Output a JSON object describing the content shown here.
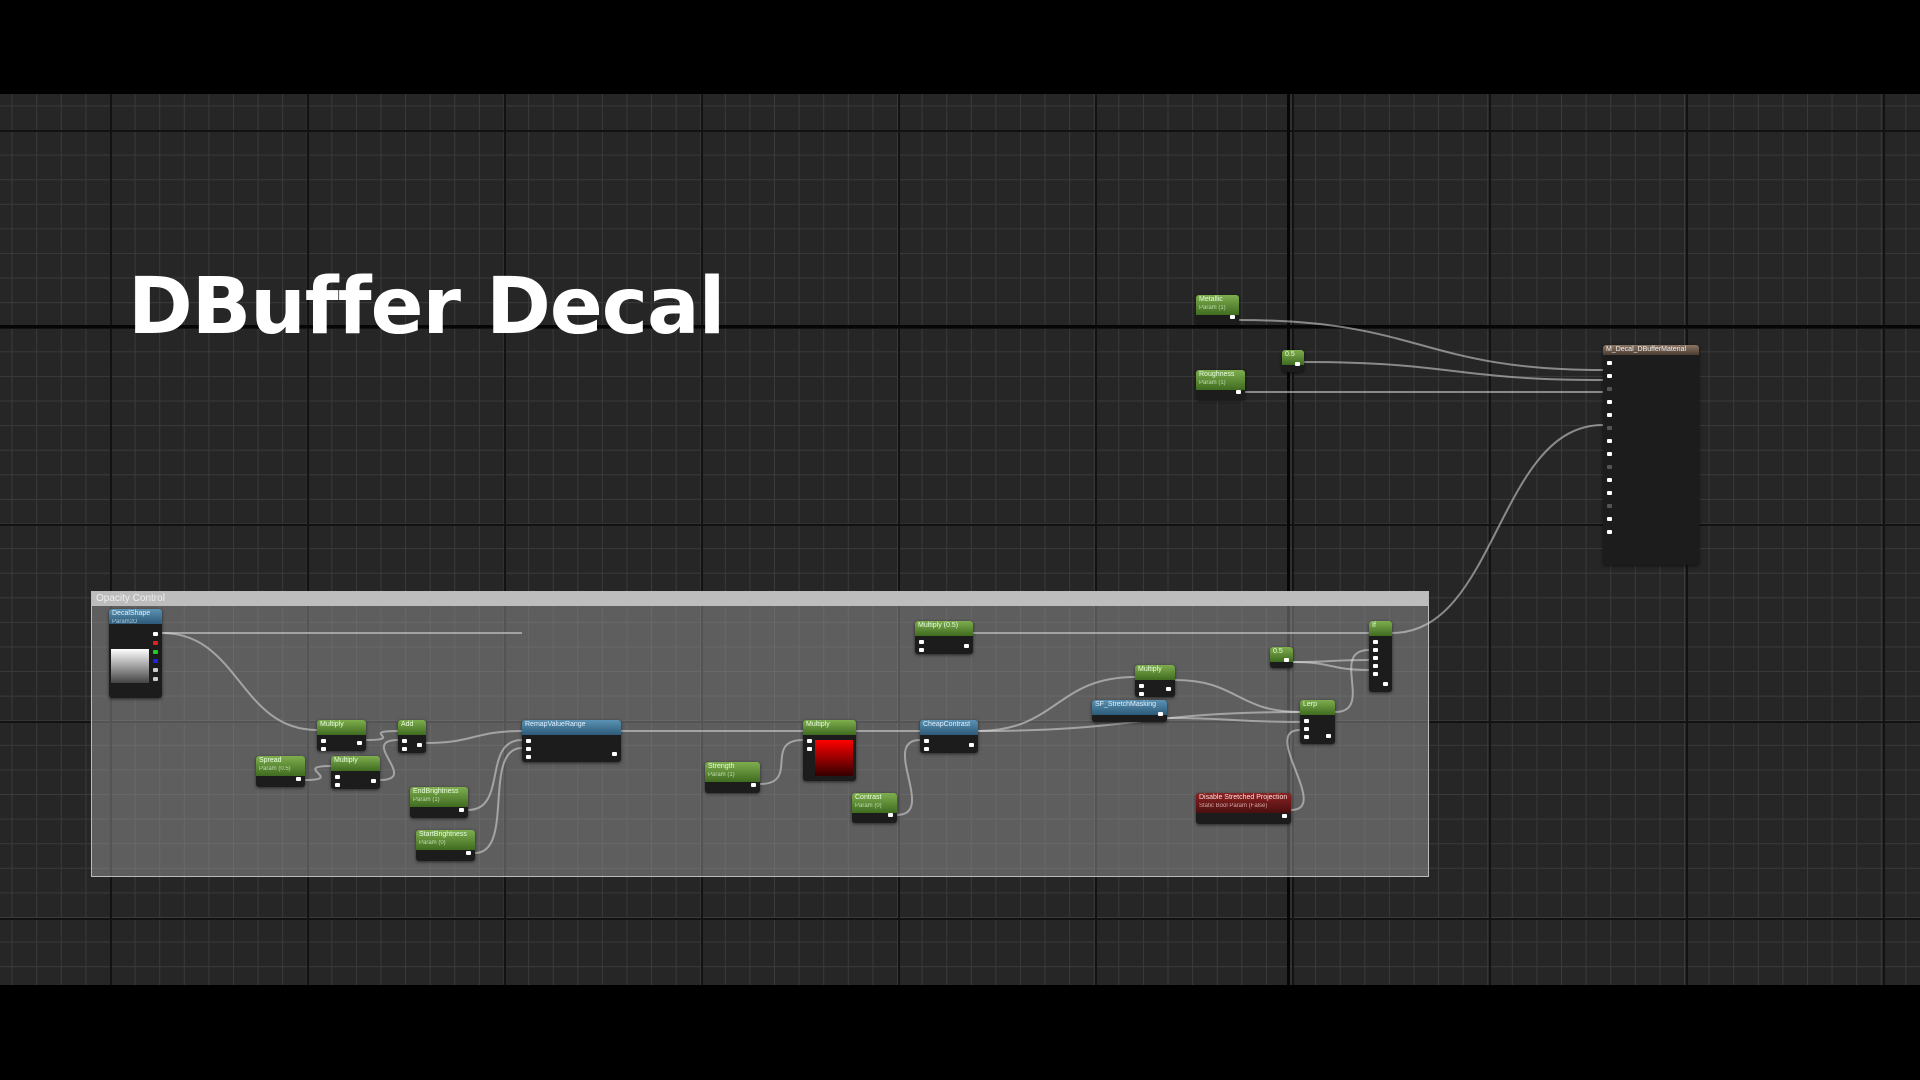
{
  "title": "DBuffer Decal",
  "comment_box": {
    "label": "Opacity Control"
  },
  "nodes": [
    {
      "title": "DecalShape",
      "subtitle": "Param2D",
      "kind": "blue"
    },
    {
      "title": "Multiply",
      "subtitle": "",
      "kind": "greensm"
    },
    {
      "title": "Add",
      "subtitle": "",
      "kind": "greensm"
    },
    {
      "title": "Spread",
      "subtitle": "Param (0.5)",
      "kind": "green"
    },
    {
      "title": "Multiply",
      "subtitle": "",
      "kind": "greensm"
    },
    {
      "title": "RemapValueRange",
      "subtitle": "",
      "kind": "blue"
    },
    {
      "title": "EndBrightness",
      "subtitle": "Param (1)",
      "kind": "green"
    },
    {
      "title": "StartBrightness",
      "subtitle": "Param (0)",
      "kind": "green"
    },
    {
      "title": "Strength",
      "subtitle": "Param (1)",
      "kind": "green"
    },
    {
      "title": "Multiply",
      "subtitle": "",
      "kind": "greensm"
    },
    {
      "title": "Contrast",
      "subtitle": "Param (0)",
      "kind": "green"
    },
    {
      "title": "CheapContrast",
      "subtitle": "",
      "kind": "blue"
    },
    {
      "title": "Multiply (0.5)",
      "subtitle": "",
      "kind": "greensm"
    },
    {
      "title": "Multiply",
      "subtitle": "",
      "kind": "greensm"
    },
    {
      "title": "SF_StretchMasking",
      "subtitle": "",
      "kind": "blue"
    },
    {
      "title": "0.5",
      "subtitle": "",
      "kind": "greensm"
    },
    {
      "title": "Lerp",
      "subtitle": "",
      "kind": "greensm"
    },
    {
      "title": "Disable Stretched Projection",
      "subtitle": "Static Bool Param (False)",
      "kind": "red"
    },
    {
      "title": "If",
      "subtitle": "",
      "kind": "greensm"
    },
    {
      "title": "Metallic",
      "subtitle": "Param (1)",
      "kind": "green"
    },
    {
      "title": "0.5",
      "subtitle": "",
      "kind": "greensm"
    },
    {
      "title": "Roughness",
      "subtitle": "Param (1)",
      "kind": "green"
    },
    {
      "title": "M_Decal_DBufferMaterial",
      "subtitle": "",
      "kind": "brown"
    }
  ],
  "colors": {
    "graph_bg": "#262626",
    "accent_green": "#5e8f35",
    "accent_blue": "#3f7397",
    "accent_red": "#7a1c1c",
    "red_preview": "#ff0000"
  }
}
